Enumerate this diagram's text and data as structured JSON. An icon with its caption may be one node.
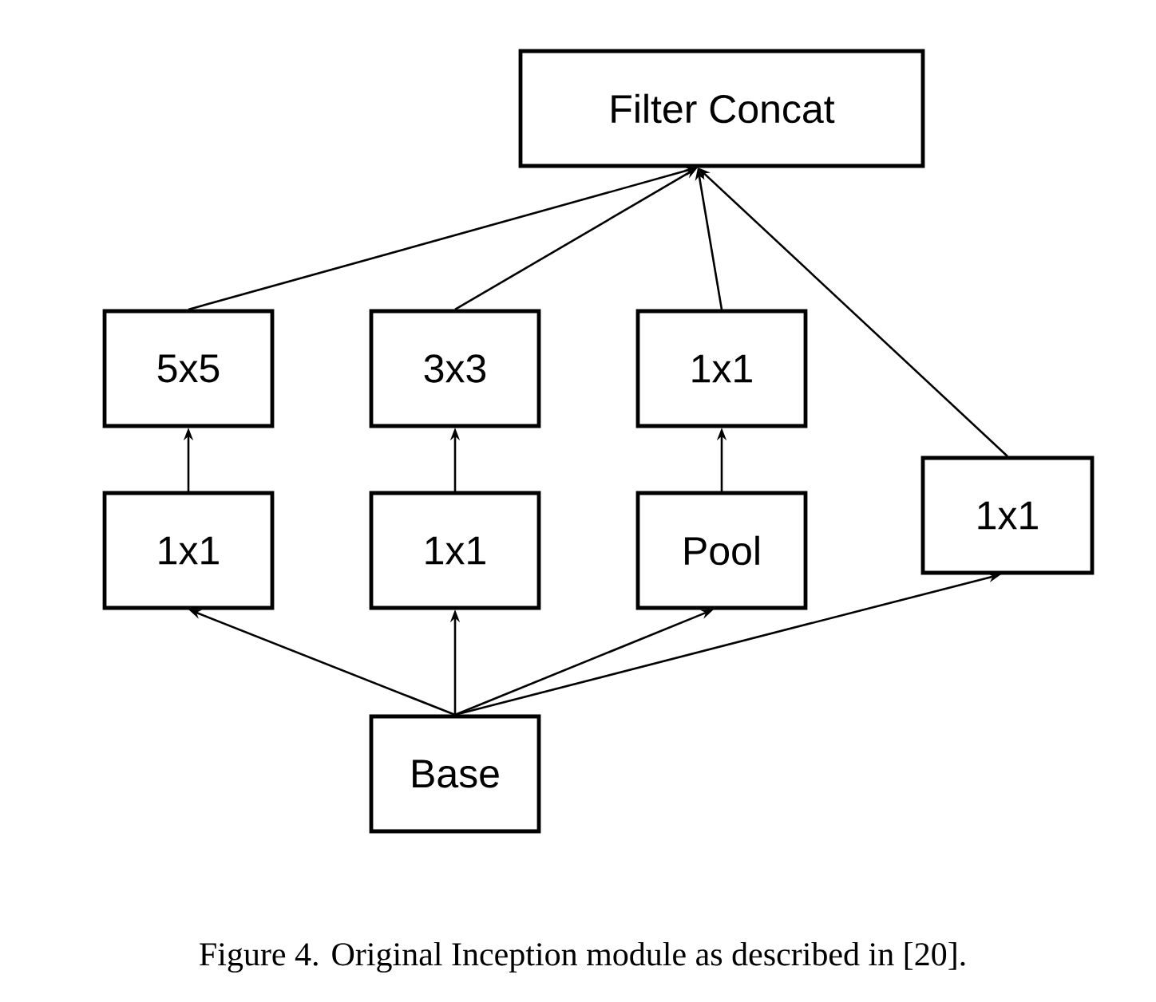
{
  "diagram": {
    "caption": "Figure 4. Original Inception module as described in [20].",
    "nodes": [
      {
        "text": [
          "Filter Concat"
        ]
      },
      {
        "text": [
          "5x5"
        ]
      },
      {
        "text": [
          "3x3"
        ]
      },
      {
        "text": [
          "1x1"
        ]
      },
      {
        "text": [
          "1x1"
        ]
      },
      {
        "text": [
          "1x1"
        ]
      },
      {
        "text": [
          "Pool"
        ]
      },
      {
        "text": [
          "1x1"
        ]
      },
      {
        "text": [
          "Base"
        ]
      }
    ],
    "edges": [
      {
        "from": 8,
        "to": 4,
        "arrow": "to"
      },
      {
        "from": 8,
        "to": 5,
        "arrow": "to"
      },
      {
        "from": 8,
        "to": 6,
        "arrow": "to"
      },
      {
        "from": 8,
        "to": 7,
        "arrow": "to"
      },
      {
        "from": 4,
        "to": 1,
        "arrow": "to"
      },
      {
        "from": 5,
        "to": 2,
        "arrow": "to"
      },
      {
        "from": 6,
        "to": 3,
        "arrow": "to"
      },
      {
        "from": 1,
        "to": 0,
        "arrow": "to"
      },
      {
        "from": 2,
        "to": 0,
        "arrow": "to"
      },
      {
        "from": 3,
        "to": 0,
        "arrow": "to"
      },
      {
        "from": 7,
        "to": 0,
        "arrow": "to"
      }
    ]
  }
}
